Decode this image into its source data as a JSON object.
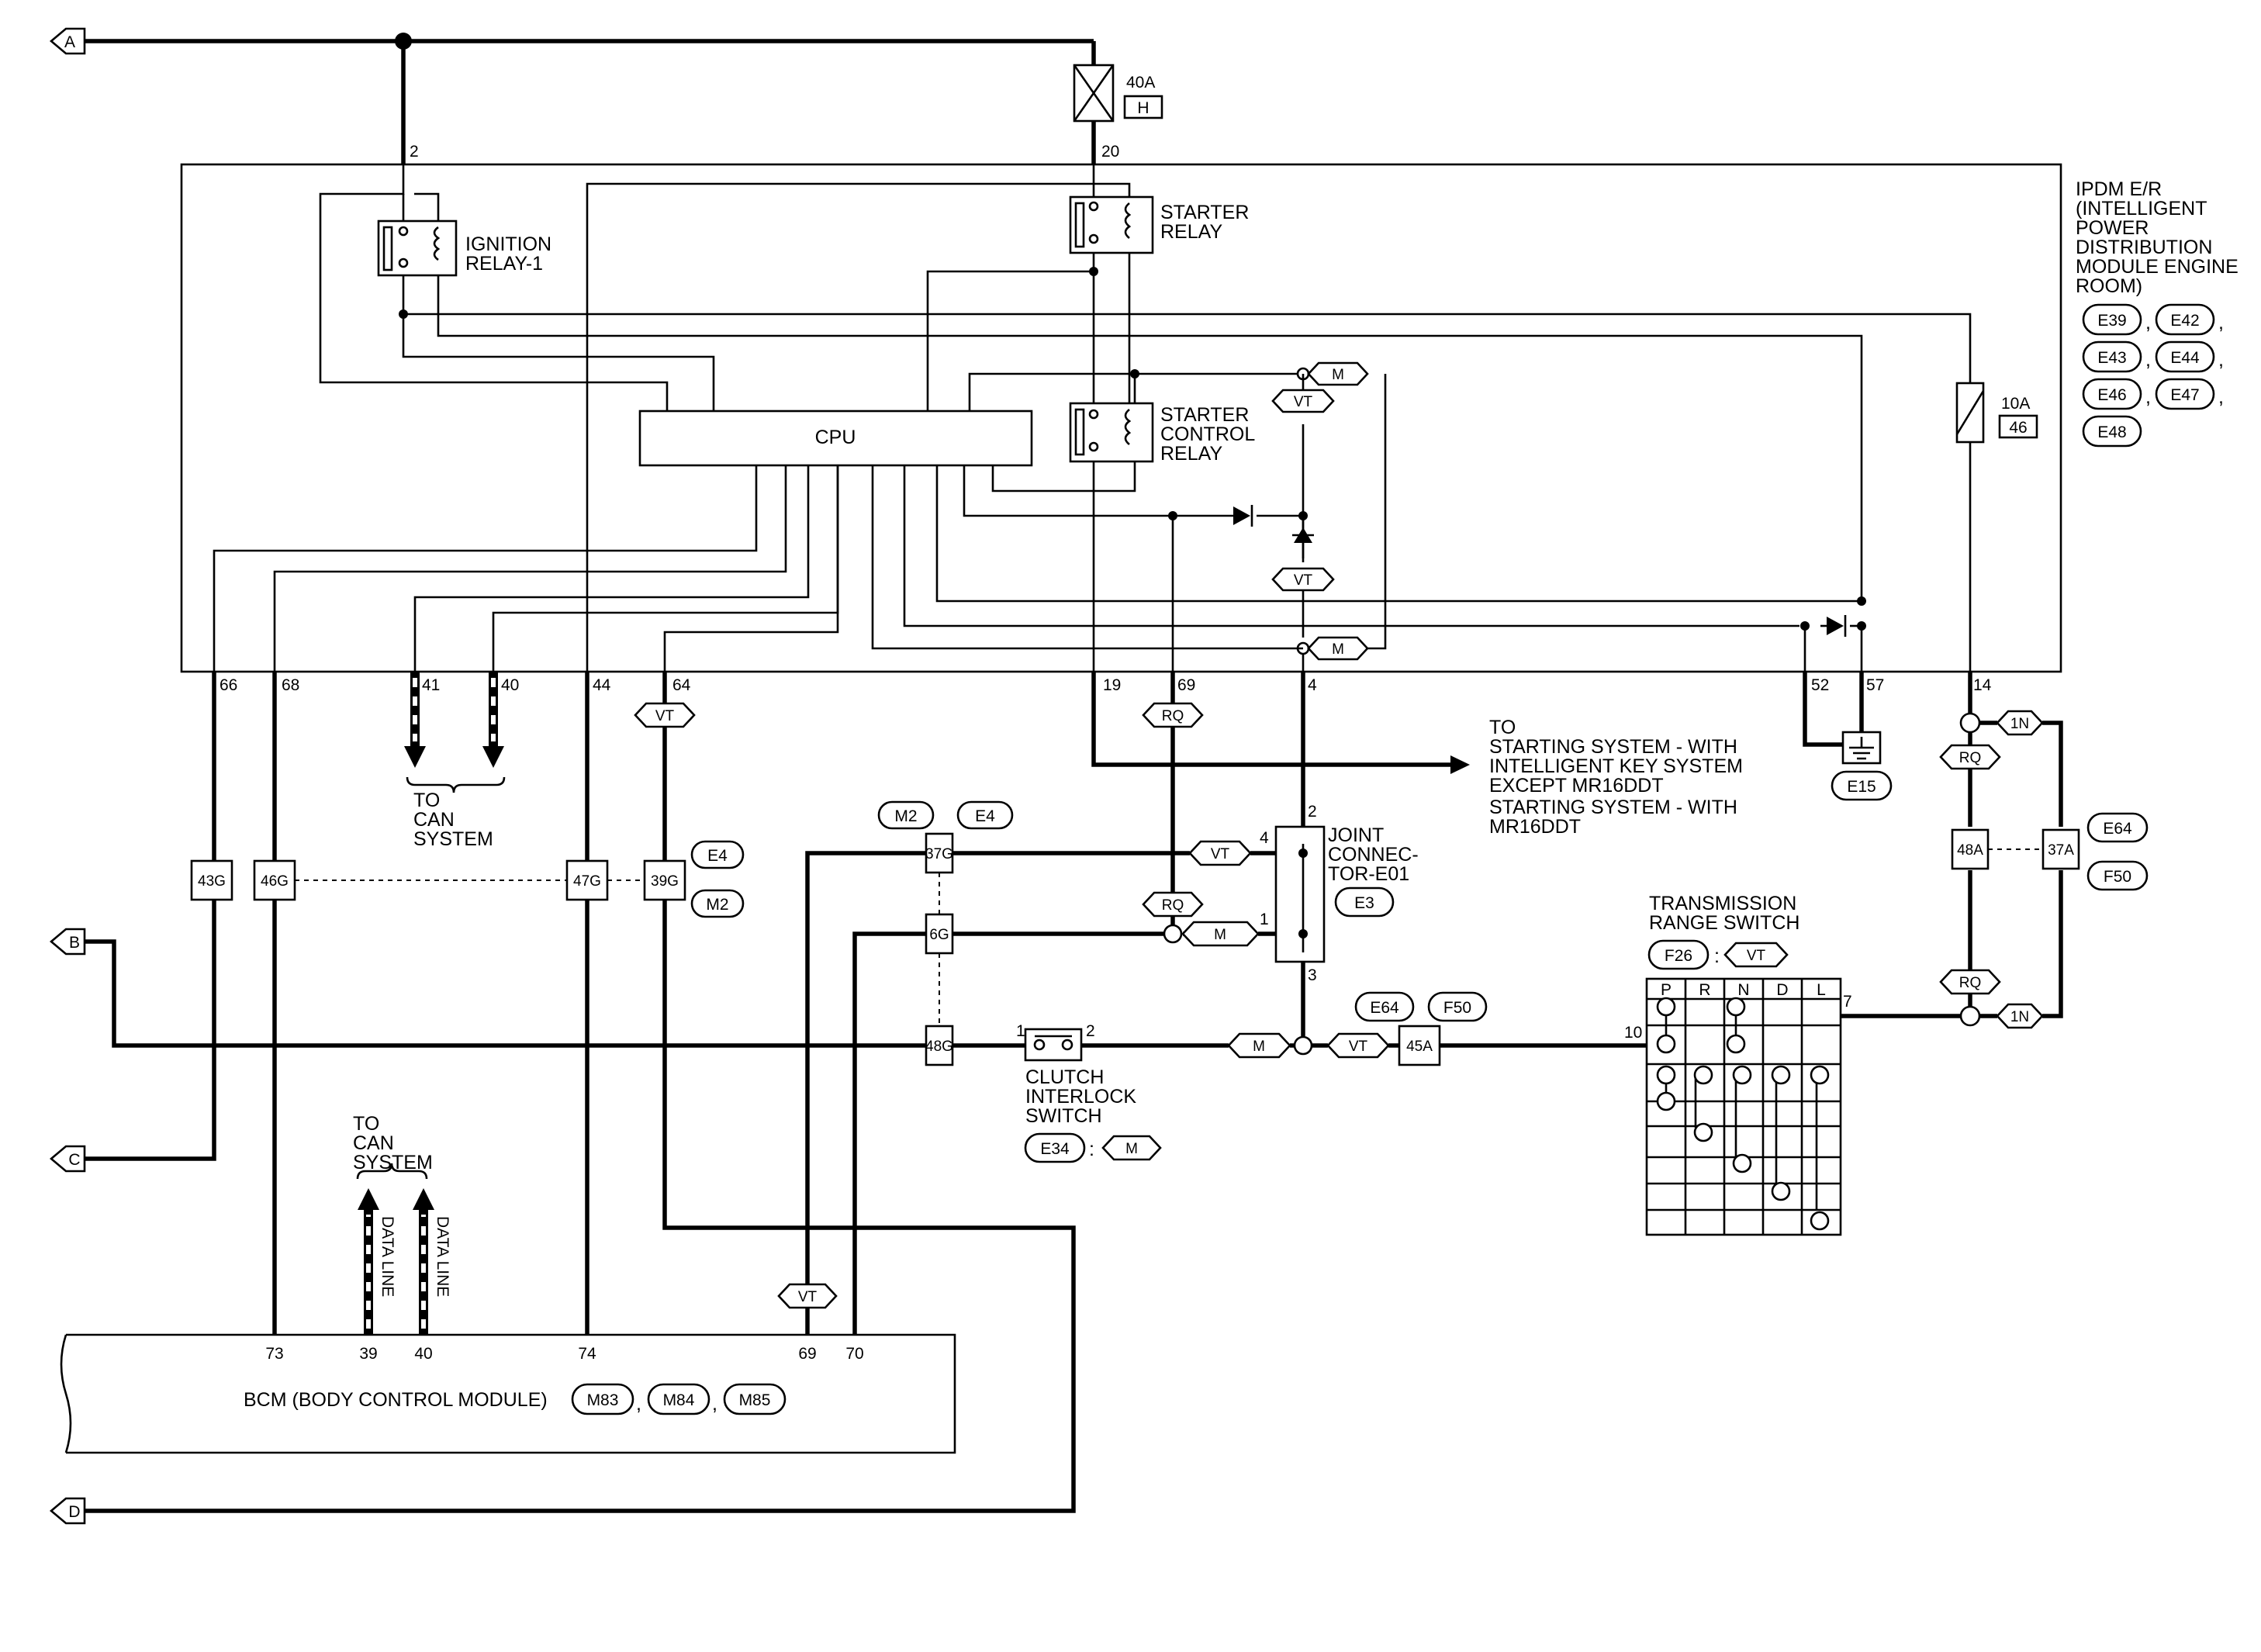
{
  "connectors": {
    "a": "A",
    "b": "B",
    "c": "C",
    "d": "D"
  },
  "ipdm": {
    "title_lines": [
      "IPDM E/R",
      "(INTELLIGENT",
      "POWER",
      "DISTRIBUTION",
      "MODULE ENGINE",
      "ROOM)"
    ],
    "connectors": [
      "E39",
      "E42",
      "E43",
      "E44",
      "E46",
      "E47",
      "E48"
    ],
    "cpu_label": "CPU",
    "ignition_relay_lines": [
      "IGNITION",
      "RELAY-1"
    ],
    "starter_relay_lines": [
      "STARTER",
      "RELAY"
    ],
    "starter_control_relay_lines": [
      "STARTER",
      "CONTROL",
      "RELAY"
    ]
  },
  "fuses": {
    "main_rating": "40A",
    "main_id": "H",
    "ign_rating": "10A",
    "ign_id": "46"
  },
  "pins": {
    "p2": "2",
    "p20": "20",
    "p66": "66",
    "p68": "68",
    "p41": "41",
    "p40": "40",
    "p44": "44",
    "p64": "64",
    "p19": "19",
    "p69": "69",
    "p4": "4",
    "p52": "52",
    "p57": "57",
    "p14": "14"
  },
  "harness_tags": {
    "m": "M",
    "vt": "VT",
    "rq": "RQ",
    "n1": "1N"
  },
  "can_upper": {
    "lines": [
      "TO",
      "CAN",
      "SYSTEM"
    ]
  },
  "can_lower": {
    "lines": [
      "TO",
      "CAN",
      "SYSTEM"
    ],
    "data_line": "DATA LINE"
  },
  "starting_system": {
    "lines": [
      "TO",
      "STARTING SYSTEM - WITH",
      "INTELLIGENT KEY SYSTEM",
      "EXCEPT MR16DDT",
      "STARTING SYSTEM - WITH",
      "MR16DDT"
    ]
  },
  "ground": {
    "id": "E15"
  },
  "joint_connector": {
    "lines": [
      "JOINT",
      "CONNEC-",
      "TOR-E01"
    ],
    "id": "E3",
    "pin2": "2",
    "pin4": "4",
    "pin1": "1",
    "pin3": "3"
  },
  "inline_connectors": {
    "c43g": "43G",
    "c46g": "46G",
    "c47g": "47G",
    "c39g": "39G",
    "c37g": "37G",
    "c6g": "6G",
    "c48g": "48G",
    "c45a": "45A",
    "c48a": "48A",
    "c37a": "37A",
    "e4": "E4",
    "m2": "M2",
    "e64": "E64",
    "f50": "F50"
  },
  "clutch_switch": {
    "lines": [
      "CLUTCH",
      "INTERLOCK",
      "SWITCH"
    ],
    "id": "E34",
    "harness": "M",
    "pin1": "1",
    "pin2": "2"
  },
  "transmission_range_switch": {
    "lines": [
      "TRANSMISSION",
      "RANGE SWITCH"
    ],
    "id": "F26",
    "harness": "VT",
    "positions": [
      "P",
      "R",
      "N",
      "D",
      "L"
    ],
    "pin10": "10",
    "pin7": "7"
  },
  "bcm": {
    "label": "BCM (BODY CONTROL MODULE)",
    "connectors": [
      "M83",
      "M84",
      "M85"
    ],
    "pins": [
      "73",
      "39",
      "40",
      "74",
      "69",
      "70"
    ]
  },
  "separators": {
    "colon": ":",
    "comma": ","
  }
}
